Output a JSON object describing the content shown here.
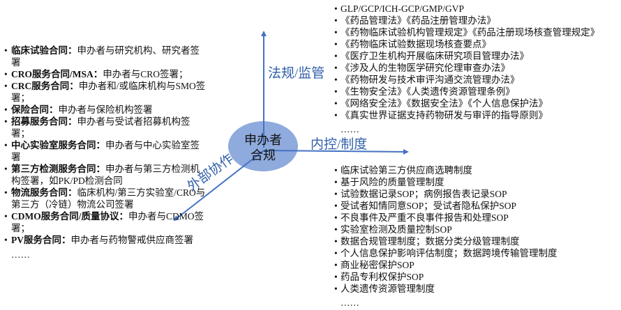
{
  "center": {
    "line1": "申办者",
    "line2": "合规"
  },
  "axes": {
    "regulation": "法规/监管",
    "internal": "内控/制度",
    "external": "外部协作"
  },
  "colors": {
    "accent": "#4472c4",
    "ellipse": "#8faadc"
  },
  "external_items": [
    {
      "label": "临床试验合同：",
      "desc": "申办者与研究机构、研究者签署"
    },
    {
      "label": "CRO服务合同/MSA：",
      "desc": "申办者与CRO签署；"
    },
    {
      "label": "CRC服务合同：",
      "desc": "申办者和/或临床机构与SMO签署；"
    },
    {
      "label": "保险合同：",
      "desc": "申办者与保险机构签署"
    },
    {
      "label": "招募服务合同：",
      "desc": "申办者与受试者招募机构签署；"
    },
    {
      "label": "中心实验室服务合同：",
      "desc": "申办者与中心实验室签署"
    },
    {
      "label": "第三方检测服务合同：",
      "desc": "申办者与第三方检测机构签署，如PK/PD检测合同"
    },
    {
      "label": "物流服务合同：",
      "desc": "临床机构/第三方实验室/CRO与第三方（冷链）物流公司签署"
    },
    {
      "label": "CDMO服务合同/质量协议：",
      "desc": "申办者与CDMO签署；"
    },
    {
      "label": "PV服务合同：",
      "desc": "申办者与药物警戒供应商签署"
    }
  ],
  "external_more": "……",
  "regulation_items": [
    "GLP/GCP/ICH-GCP/GMP/GVP",
    "《药品管理法》《药品注册管理办法》",
    "《药物临床试验机构管理规定》《药品注册现场核查管理规定》",
    "《药物临床试验数据现场核查要点》",
    "《医疗卫生机构开展临床研究项目管理办法》",
    "《涉及人的生物医学研究伦理审查办法》",
    "《药物研发与技术审评沟通交流管理办法》",
    "《生物安全法》《人类遗传资源管理条例》",
    "《网络安全法》《数据安全法》《个人信息保护法》",
    "《真实世界证据支持药物研发与审评的指导原则》"
  ],
  "regulation_more": "……",
  "internal_items": [
    "临床试验第三方供应商选聘制度",
    "基于风险的质量管理制度",
    "试验数据记录SOP；病例报告表记录SOP",
    "受试者知情同意SOP；受试者隐私保护SOP",
    "不良事件及严重不良事件报告和处理SOP",
    "实验室检测及质量控制SOP",
    "数据合规管理制度；数据分类分级管理制度",
    "个人信息保护影响评估制度；数据跨境传输管理制度",
    "商业秘密保护SOP",
    "药品专利权保护SOP",
    "人类遗传资源管理制度"
  ],
  "internal_more": "……"
}
